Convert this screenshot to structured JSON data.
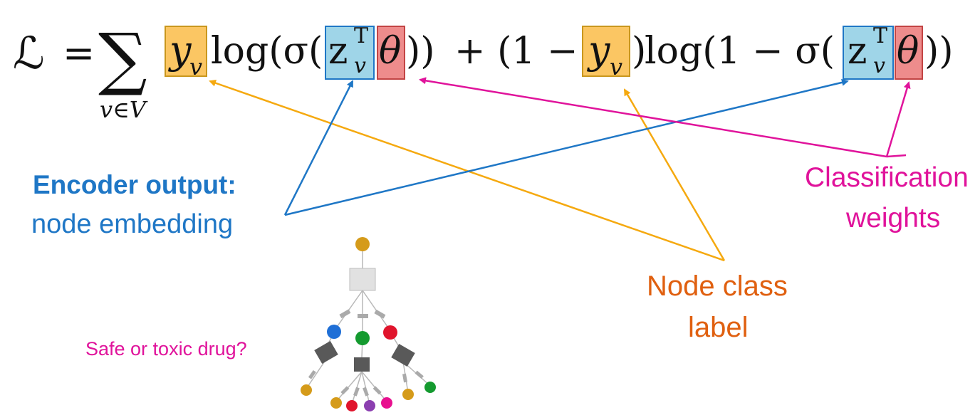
{
  "equation": {
    "loss_symbol": "ℒ",
    "equals": "=",
    "sum_symbol": "∑",
    "sum_subscript": "v∈V",
    "y": "y",
    "v": "v",
    "log_open_1": "log(σ(",
    "z": "z",
    "transpose": "T",
    "theta": "θ",
    "close_1": "))",
    "plus_one_minus": "+ (1 −",
    "close_paren": ")",
    "log_open_2": "log(1 − σ(",
    "close_2": "))"
  },
  "labels": {
    "encoder_title": "Encoder output:",
    "encoder_sub": "node embedding",
    "classification_line1": "Classification",
    "classification_line2": "weights",
    "node_class_line1": "Node class",
    "node_class_line2": "label",
    "question": "Safe or toxic drug?"
  },
  "colors": {
    "label_arrow_orange": "#f5a90f",
    "embedding_blue": "#1f77c6",
    "weights_magenta": "#e0139b",
    "node_class_orange": "#e06010",
    "highlight_yellow": "#fbc663",
    "highlight_cyan": "#9fd5e8",
    "highlight_red": "#ee8c8c"
  }
}
